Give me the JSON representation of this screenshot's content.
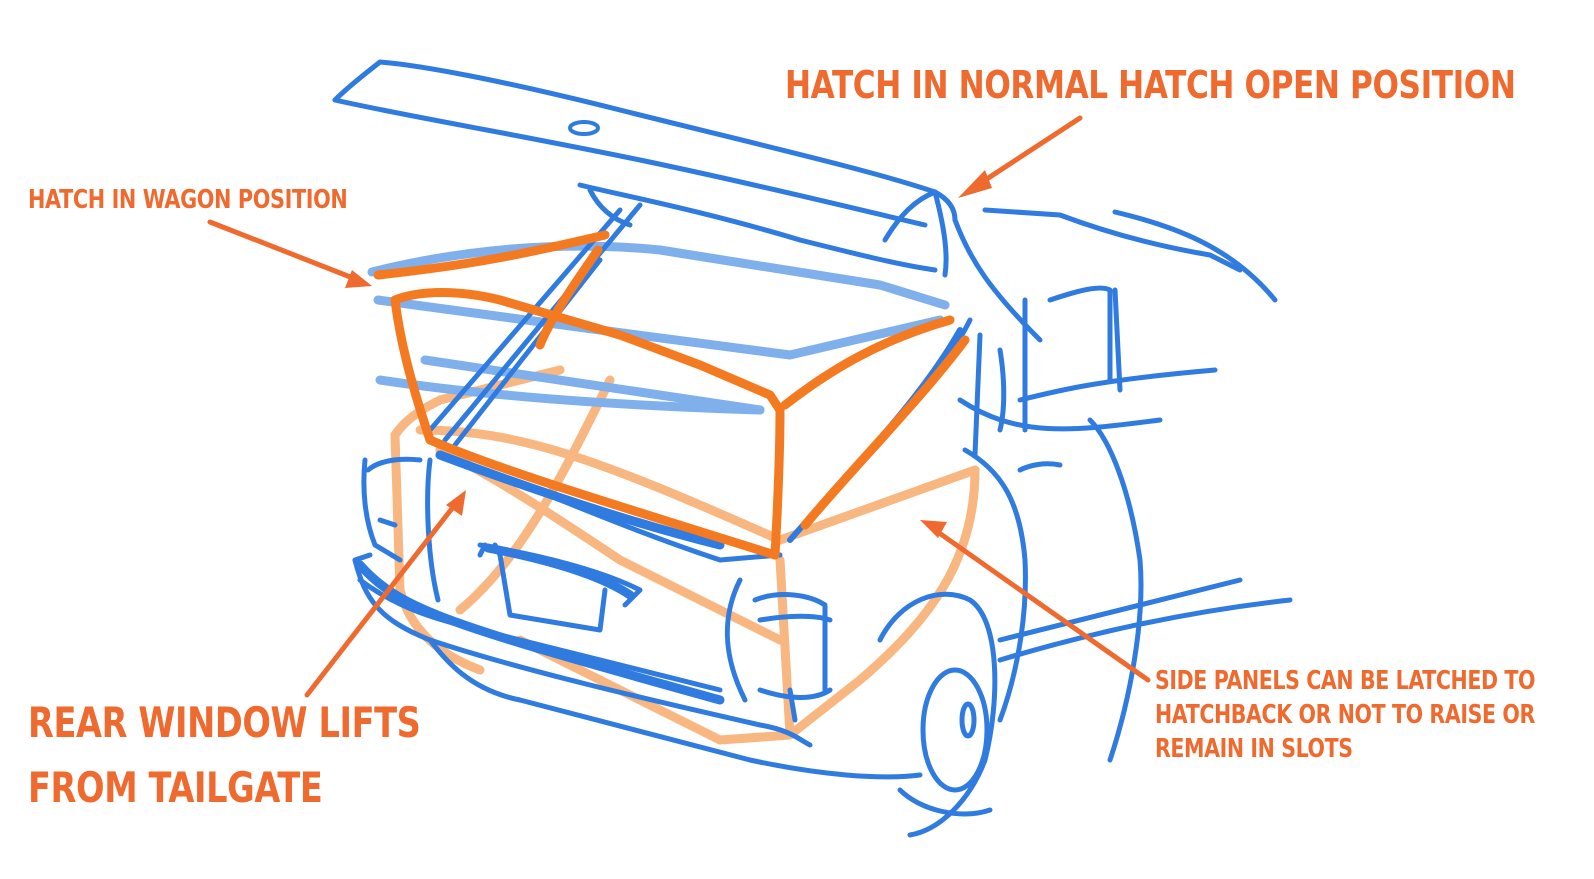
{
  "colors": {
    "sketch_blue": "#2f7be0",
    "sketch_blue_light": "#7fb0ec",
    "sketch_orange": "#f47a22",
    "sketch_orange_light": "#f8b681",
    "label_orange": "#ef6a2e",
    "background": "#ffffff"
  },
  "annotations": {
    "hatch_open": {
      "text": "HATCH IN NORMAL HATCH OPEN POSITION"
    },
    "hatch_wagon": {
      "text": "HATCH IN WAGON POSITION"
    },
    "rear_window": {
      "lines": [
        "REAR WINDOW LIFTS",
        "FROM TAILGATE"
      ]
    },
    "side_panels": {
      "lines": [
        "SIDE PANELS CAN BE LATCHED TO",
        "HATCHBACK OR NOT TO RAISE OR",
        "REMAIN IN SLOTS"
      ]
    }
  }
}
